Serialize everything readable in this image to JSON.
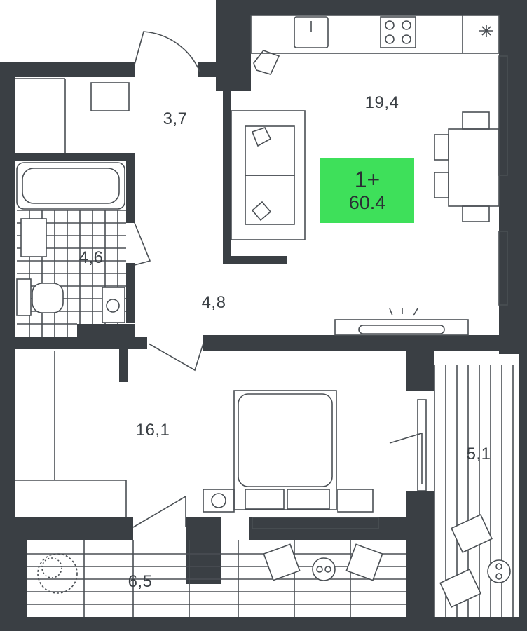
{
  "plan": {
    "badge": {
      "type": "1+",
      "area": "60.4"
    },
    "rooms": [
      {
        "id": "living-kitchen",
        "area": "19,4"
      },
      {
        "id": "entry-closet",
        "area": "3,7"
      },
      {
        "id": "bathroom",
        "area": "4,6"
      },
      {
        "id": "hallway",
        "area": "4,8"
      },
      {
        "id": "bedroom",
        "area": "16,1"
      },
      {
        "id": "balcony-right",
        "area": "5,1"
      },
      {
        "id": "balcony-bottom",
        "area": "6,5"
      }
    ]
  },
  "colors": {
    "wall": "#3a3f44",
    "line": "#4a4f54",
    "badge": "#3ee05a",
    "background": "#ffffff"
  }
}
